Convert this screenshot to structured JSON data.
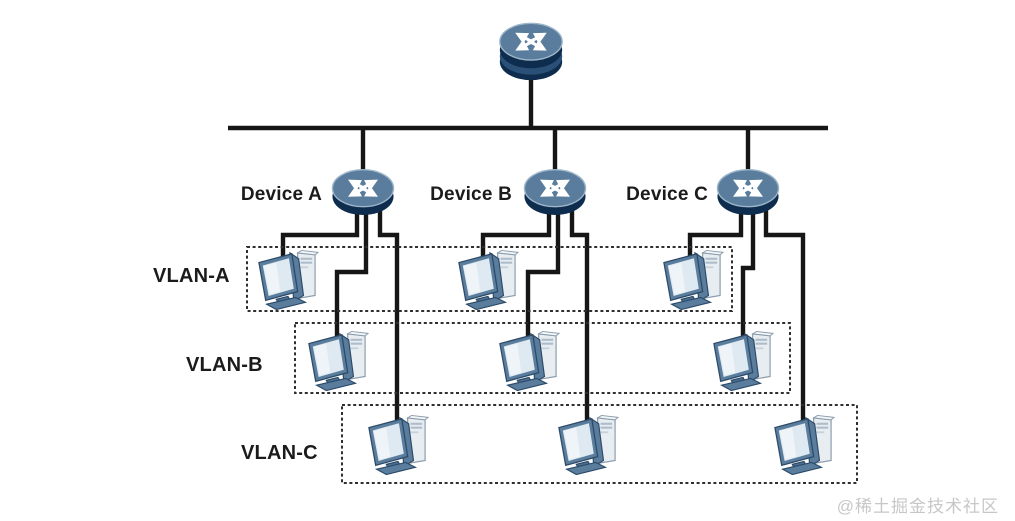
{
  "diagram_type": "network-topology",
  "core_router": {
    "icon": "router-icon"
  },
  "devices": [
    {
      "label": "Device A",
      "icon": "router-icon"
    },
    {
      "label": "Device B",
      "icon": "router-icon"
    },
    {
      "label": "Device C",
      "icon": "router-icon"
    }
  ],
  "vlans": [
    {
      "label": "VLAN-A",
      "hosts": 3
    },
    {
      "label": "VLAN-B",
      "hosts": 3
    },
    {
      "label": "VLAN-C",
      "hosts": 3
    }
  ],
  "connections": {
    "backbone": "core router connects to Device A, Device B and Device C through a shared horizontal bus",
    "access": "each device has one link to one PC in VLAN-A, VLAN-B and VLAN-C"
  },
  "watermark": "@稀土掘金技术社区",
  "colors": {
    "line": "#161616",
    "device_top": "#5a7d9e",
    "device_rim": "#0e2c4d",
    "dashed_box": "#2f2f2f",
    "label": "#1b1b1b",
    "watermark": "#c7c7c7"
  }
}
